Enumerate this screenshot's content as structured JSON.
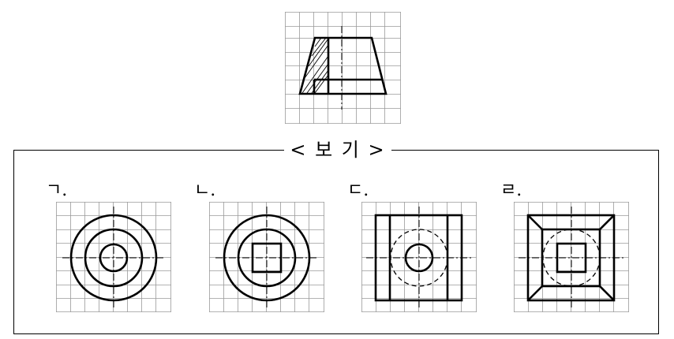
{
  "top_figure": {
    "name": "front-section-view"
  },
  "box": {
    "title": "< 보 기 >"
  },
  "options": [
    {
      "label": "ㄱ.",
      "figure": "concentric-three-circles"
    },
    {
      "label": "ㄴ.",
      "figure": "two-circles-with-square"
    },
    {
      "label": "ㄷ.",
      "figure": "rect-with-circle-and-hidden-circle"
    },
    {
      "label": "ㄹ.",
      "figure": "frustum-square-top-view"
    }
  ]
}
